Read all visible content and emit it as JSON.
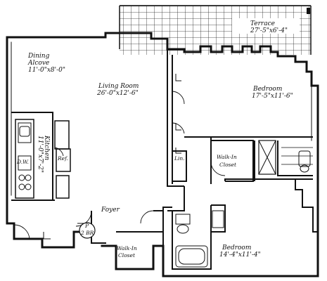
{
  "plan": {
    "terrace": {
      "name": "Terrace",
      "dims": "27'-5\"x6'-4\""
    },
    "dining": {
      "name_line1": "Dining",
      "name_line2": "Alcove",
      "dims": "11'-0\"x8'-0\""
    },
    "living": {
      "name": "Living Room",
      "dims": "26'-0\"x12'-6\""
    },
    "bedroom1": {
      "name": "Bedroom",
      "dims": "17'-5\"x11'-6\""
    },
    "kitchen": {
      "name": "Kitchen",
      "dims": "11'-0\"x7'-2\""
    },
    "dw": "D.W.",
    "ref": "Ref.",
    "linen": "Lin.",
    "walkin1": {
      "line1": "Walk-In",
      "line2": "Closet"
    },
    "foyer": "Foyer",
    "unit_badge": {
      "top": "P",
      "bottom": "2 BR"
    },
    "walkin2": {
      "line1": "Walk-In",
      "line2": "Closet"
    },
    "bedroom2": {
      "name": "Bedroom",
      "dims": "14'-4\"x11'-4\""
    }
  }
}
